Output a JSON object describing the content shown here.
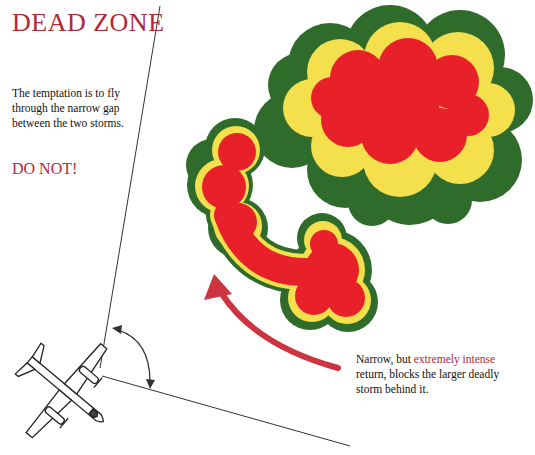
{
  "diagram": {
    "title": "DEAD ZONE",
    "labels": [
      "The temptation is to fly through the narrow gap between the two storms.",
      "DO NOT!",
      "Narrow, but",
      "extremely intense",
      "return, blocks the larger deadly storm behind it."
    ]
  }
}
